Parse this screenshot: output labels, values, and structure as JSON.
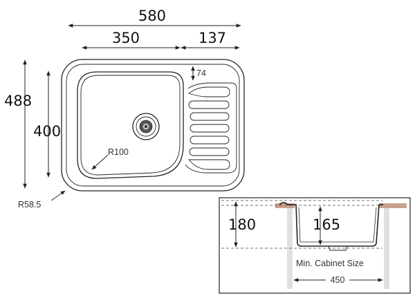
{
  "drawing": {
    "overall_width": "580",
    "bowl_width": "350",
    "drainer_width": "137",
    "drainer_offset": "74",
    "overall_depth": "488",
    "bowl_depth": "400",
    "bowl_radius": "R100",
    "corner_radius": "R58.5"
  },
  "section": {
    "total_depth": "180",
    "bowl_depth": "165",
    "cabinet_caption": "Min. Cabinet Size",
    "cabinet_width": "450"
  },
  "colors": {
    "ink": "#222222",
    "countertop": "#c9a08f",
    "cabinet": "#e0e0e0"
  }
}
